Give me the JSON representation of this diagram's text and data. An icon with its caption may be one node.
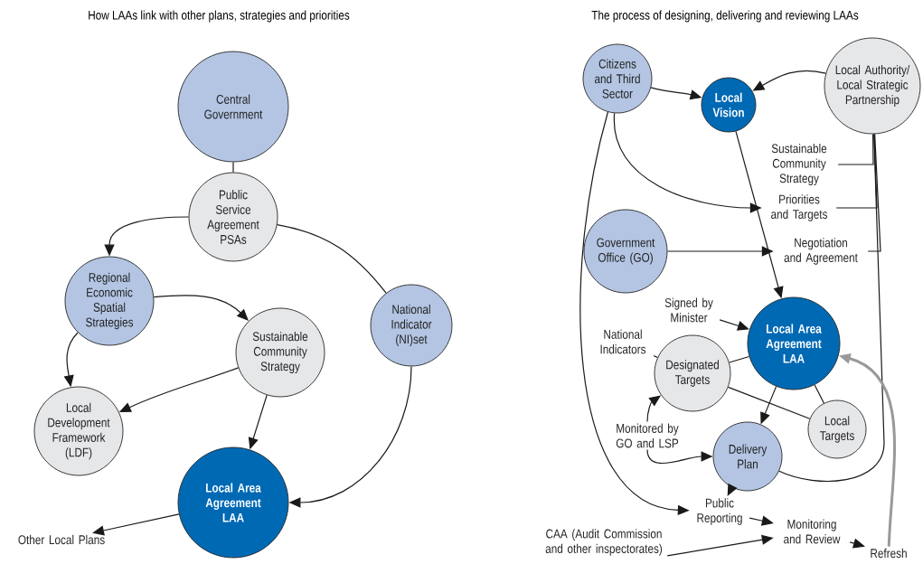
{
  "diagram": {
    "nodes": [
      {
        "text": [
          "Central Government"
        ]
      },
      {
        "text": [
          "Public Service Agreement PSAs"
        ]
      },
      {
        "text": [
          "Regional Economic Spatial Strategies"
        ]
      },
      {
        "text": [
          "Sustainable Community Strategy"
        ]
      },
      {
        "text": [
          "Local Development Framework (LDF)"
        ]
      },
      {
        "text": [
          "National Indicator (NI)set"
        ]
      },
      {
        "text": [
          "Local Area Agreement LAA"
        ]
      },
      {
        "text": [
          "Other Local Plans"
        ]
      },
      {
        "text": [
          "Citizens and Third Sector"
        ]
      },
      {
        "text": [
          "Local Vision"
        ]
      },
      {
        "text": [
          "Local Authority/ Local Strategic Partnership"
        ]
      },
      {
        "text": [
          "Sustainable Community Strategy"
        ]
      },
      {
        "text": [
          "Priorities and Targets"
        ]
      },
      {
        "text": [
          "Government Office (GO)"
        ]
      },
      {
        "text": [
          "Negotiation and Agreement"
        ]
      },
      {
        "text": [
          "Local Area Agreement LAA"
        ]
      },
      {
        "text": [
          "Signed by Minister"
        ]
      },
      {
        "text": [
          "National Indicators"
        ]
      },
      {
        "text": [
          "Designated Targets"
        ]
      },
      {
        "text": [
          "Local Targets"
        ]
      },
      {
        "text": [
          "Delivery Plan"
        ]
      },
      {
        "text": [
          "Monitored by GO and LSP"
        ]
      },
      {
        "text": [
          "Public Reporting"
        ]
      },
      {
        "text": [
          "Monitoring and Review"
        ]
      },
      {
        "text": [
          "CAA (Audit Commission and other inspectorates)"
        ]
      },
      {
        "text": [
          "Refresh"
        ]
      }
    ],
    "edges": [
      {
        "from": 0,
        "to": 1,
        "arrow": "none"
      },
      {
        "from": 1,
        "to": 2,
        "arrow": "to"
      },
      {
        "from": 1,
        "to": 5,
        "arrow": "none"
      },
      {
        "from": 2,
        "to": 3,
        "arrow": "to"
      },
      {
        "from": 2,
        "to": 4,
        "arrow": "to"
      },
      {
        "from": 3,
        "to": 4,
        "arrow": "to"
      },
      {
        "from": 3,
        "to": 6,
        "arrow": "to"
      },
      {
        "from": 5,
        "to": 6,
        "arrow": "to"
      },
      {
        "from": 6,
        "to": 7,
        "arrow": "to"
      },
      {
        "from": 8,
        "to": 9,
        "arrow": "to"
      },
      {
        "from": 10,
        "to": 9,
        "arrow": "to"
      },
      {
        "from": 9,
        "to": 15,
        "arrow": "to"
      },
      {
        "from": 8,
        "to": 12,
        "arrow": "to"
      },
      {
        "from": 13,
        "to": 14,
        "arrow": "to"
      },
      {
        "from": 10,
        "to": 11,
        "arrow": "none"
      },
      {
        "from": 10,
        "to": 12,
        "arrow": "none"
      },
      {
        "from": 10,
        "to": 14,
        "arrow": "none"
      },
      {
        "from": 10,
        "to": 20,
        "arrow": "none"
      },
      {
        "from": 16,
        "to": 15,
        "arrow": "to"
      },
      {
        "from": 17,
        "to": 18,
        "arrow": "none"
      },
      {
        "from": 18,
        "to": 15,
        "arrow": "none"
      },
      {
        "from": 18,
        "to": 19,
        "arrow": "none"
      },
      {
        "from": 15,
        "to": 19,
        "arrow": "none"
      },
      {
        "from": 15,
        "to": 20,
        "arrow": "to"
      },
      {
        "from": 21,
        "to": 18,
        "arrow": "to"
      },
      {
        "from": 21,
        "to": 20,
        "arrow": "to"
      },
      {
        "from": 8,
        "to": 22,
        "arrow": "to"
      },
      {
        "from": 20,
        "to": 22,
        "arrow": "to"
      },
      {
        "from": 22,
        "to": 23,
        "arrow": "to"
      },
      {
        "from": 24,
        "to": 23,
        "arrow": "to"
      },
      {
        "from": 23,
        "to": 25,
        "arrow": "to"
      },
      {
        "from": 25,
        "to": 15,
        "arrow": "to",
        "style": "thick",
        "color": "#999999"
      }
    ],
    "labels": [
      "How LAAs link with other plans, strategies and priorities",
      "The process of designing, delivering and reviewing LAAs"
    ]
  }
}
